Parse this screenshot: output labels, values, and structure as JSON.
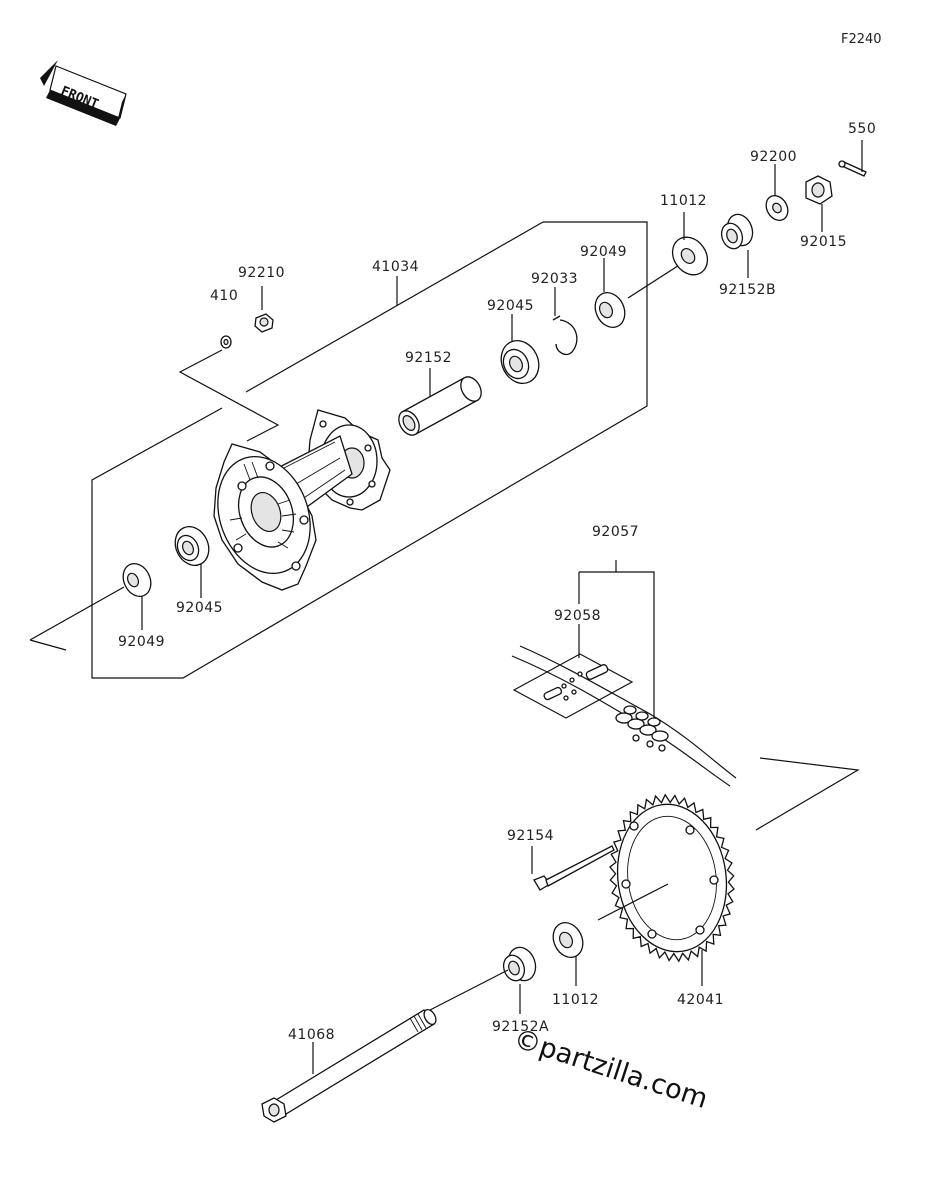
{
  "page": {
    "code": "F2240"
  },
  "front_badge": {
    "text": "FRONT"
  },
  "watermark": {
    "text": "©partzilla.com"
  },
  "parts": [
    {
      "id": "550"
    },
    {
      "id": "92200"
    },
    {
      "id": "92015"
    },
    {
      "id": "11012"
    },
    {
      "id": "92152B"
    },
    {
      "id": "92049"
    },
    {
      "id": "92033"
    },
    {
      "id": "92045"
    },
    {
      "id": "92152"
    },
    {
      "id": "41034"
    },
    {
      "id": "92210"
    },
    {
      "id": "410"
    },
    {
      "id": "92045"
    },
    {
      "id": "92049"
    },
    {
      "id": "92057"
    },
    {
      "id": "92058"
    },
    {
      "id": "92154"
    },
    {
      "id": "11012"
    },
    {
      "id": "42041"
    },
    {
      "id": "41068"
    },
    {
      "id": "92152A"
    }
  ]
}
